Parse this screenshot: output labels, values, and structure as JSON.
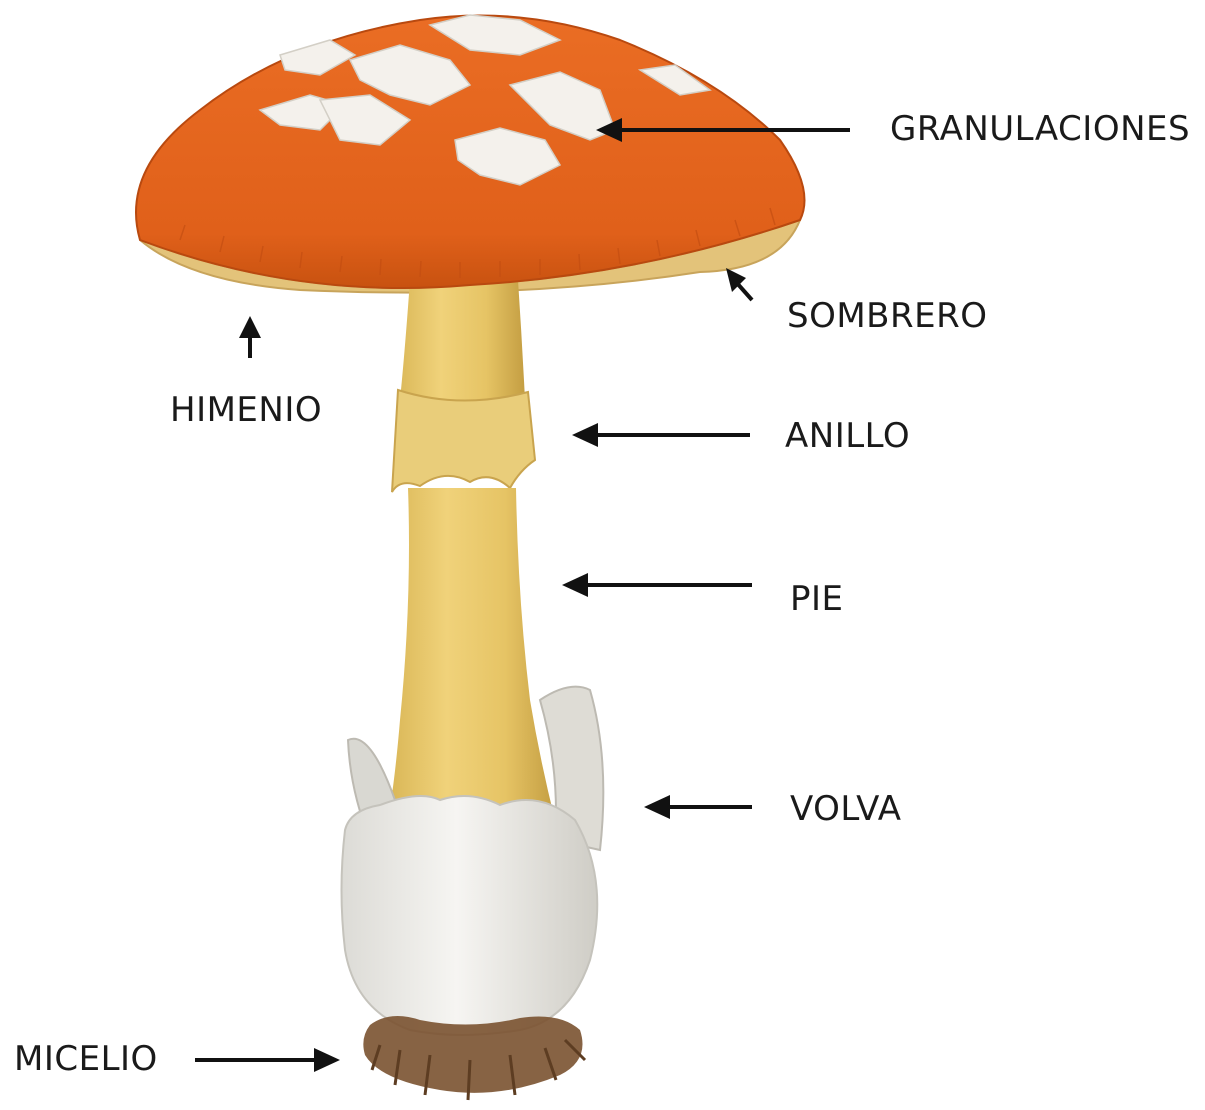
{
  "labels": {
    "granulaciones": "GRANULACIONES",
    "sombrero": "SOMBRERO",
    "himenio": "HIMENIO",
    "anillo": "ANILLO",
    "pie": "PIE",
    "volva": "VOLVA",
    "micelio": "MICELIO"
  },
  "colors": {
    "cap": "#e4621b",
    "cap_shadow": "#c44e12",
    "scales": "#f4f1ec",
    "gills": "#e3c37a",
    "stem": "#e8c86a",
    "stem_shadow": "#c9a448",
    "volva": "#ecebe7",
    "soil": "#7a5230",
    "arrows": "#111111",
    "text": "#1a1a1a"
  }
}
